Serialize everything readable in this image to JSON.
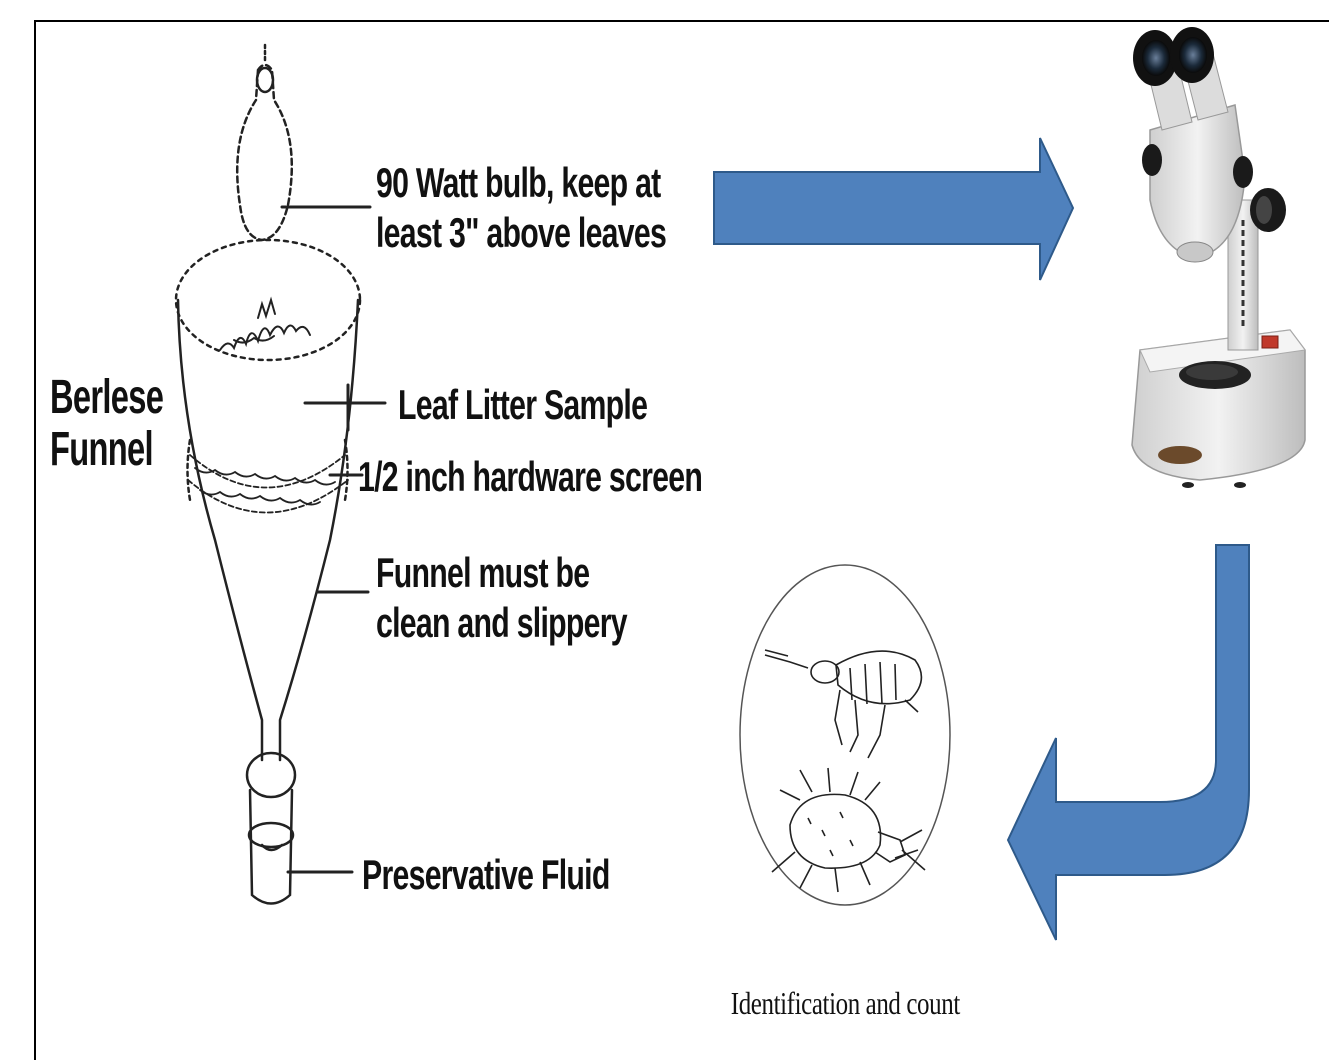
{
  "diagram": {
    "funnel_title": "Berlese\nFunnel",
    "labels": {
      "bulb": "90 Watt bulb, keep at\nleast 3\" above leaves",
      "leaf_litter": "Leaf Litter Sample",
      "screen": "1/2 inch hardware screen",
      "funnel": "Funnel must be\nclean and slippery",
      "fluid": "Preservative Fluid"
    },
    "caption": "Identification and count",
    "colors": {
      "arrow_fill": "#4f81bd",
      "arrow_stroke": "#2e5a8a",
      "microscope_body": "#e6e6e6",
      "microscope_dark": "#1a1a1a"
    },
    "icons": [
      "berlese-funnel-illustration",
      "stereo-microscope-icon",
      "soil-arthropods-illustration"
    ]
  }
}
